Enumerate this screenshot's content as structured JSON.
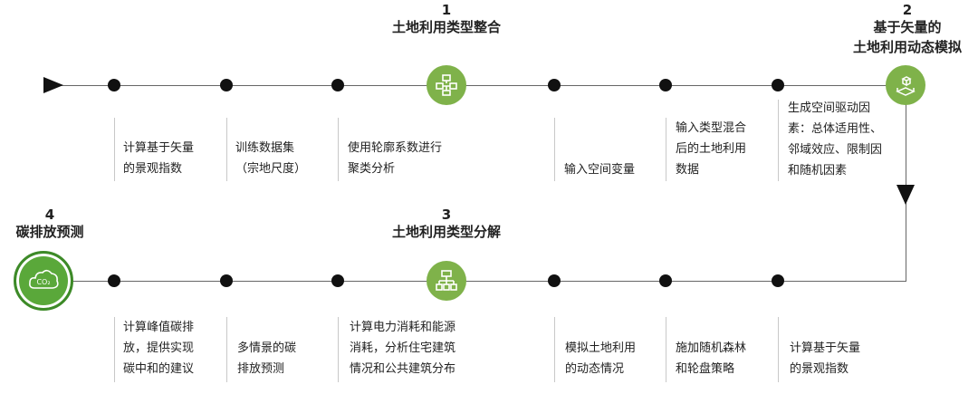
{
  "steps": {
    "s1": {
      "num": "1",
      "title": "土地利用类型整合"
    },
    "s2": {
      "num": "2",
      "title_line1": "基于矢量的",
      "title_line2": "土地利用动态模拟"
    },
    "s3": {
      "num": "3",
      "title": "土地利用类型分解"
    },
    "s4": {
      "num": "4",
      "title": "碳排放预测",
      "icon_text": "CO₂"
    }
  },
  "top_descriptions": [
    [
      "计算基于矢量",
      "的景观指数"
    ],
    [
      "训练数据集",
      "（宗地尺度）"
    ],
    [
      "使用轮廓系数进行",
      "聚类分析"
    ],
    [
      "输入空间变量"
    ],
    [
      "输入类型混合",
      "后的土地利用",
      "数据"
    ],
    [
      "生成空间驱动因",
      "素：总体适用性、",
      "邻域效应、限制因",
      "和随机因素"
    ]
  ],
  "bottom_descriptions": [
    [
      "计算峰值碳排",
      "放，提供实现",
      "碳中和的建议"
    ],
    [
      "多情景的碳",
      "排放预测"
    ],
    [
      "计算电力消耗和能源",
      "消耗，分析住宅建筑",
      "情况和公共建筑分布"
    ],
    [
      "模拟土地利用",
      "的动态情况"
    ],
    [
      "施加随机森林",
      "和轮盘策略"
    ],
    [
      "计算基于矢量",
      "的景观指数"
    ]
  ],
  "colors": {
    "hub_green": "#7fb24a",
    "co2_green": "#5aa83a",
    "line": "#666666"
  },
  "icons": [
    "workflow-icon",
    "3d-model-icon",
    "hierarchy-icon",
    "co2-cloud-icon"
  ]
}
